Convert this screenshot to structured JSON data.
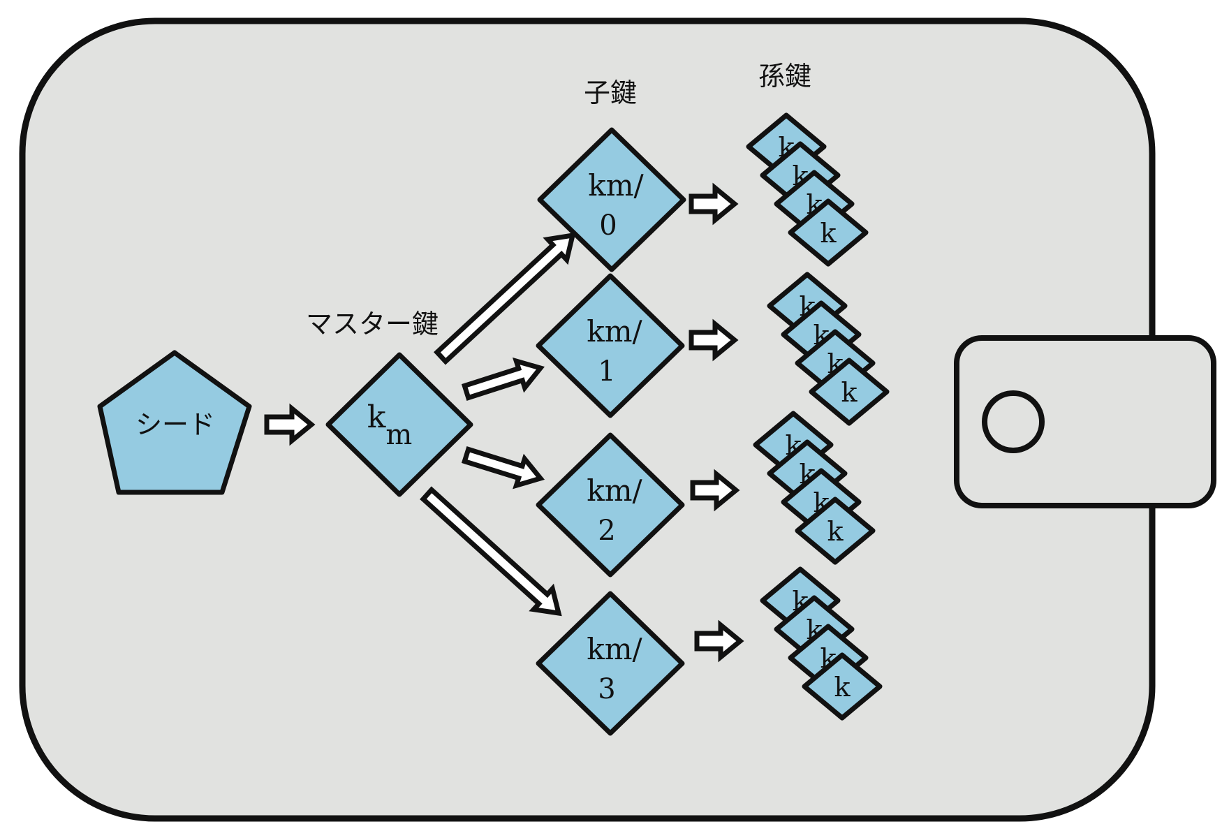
{
  "labels": {
    "seed": "シード",
    "master_key_heading": "マスター鍵",
    "child_key_heading": "子鍵",
    "grandchild_key_heading": "孫鍵"
  },
  "master_key": {
    "base": "k",
    "sub": "m"
  },
  "child_keys": [
    {
      "line1": "km/",
      "line2": "0"
    },
    {
      "line1": "km/",
      "line2": "1"
    },
    {
      "line1": "km/",
      "line2": "2"
    },
    {
      "line1": "km/",
      "line2": "3"
    }
  ],
  "grandchild_key_label": "k",
  "colors": {
    "wallet_fill": "#e1e2e0",
    "node_fill": "#95cbe1",
    "stroke": "#111111"
  }
}
